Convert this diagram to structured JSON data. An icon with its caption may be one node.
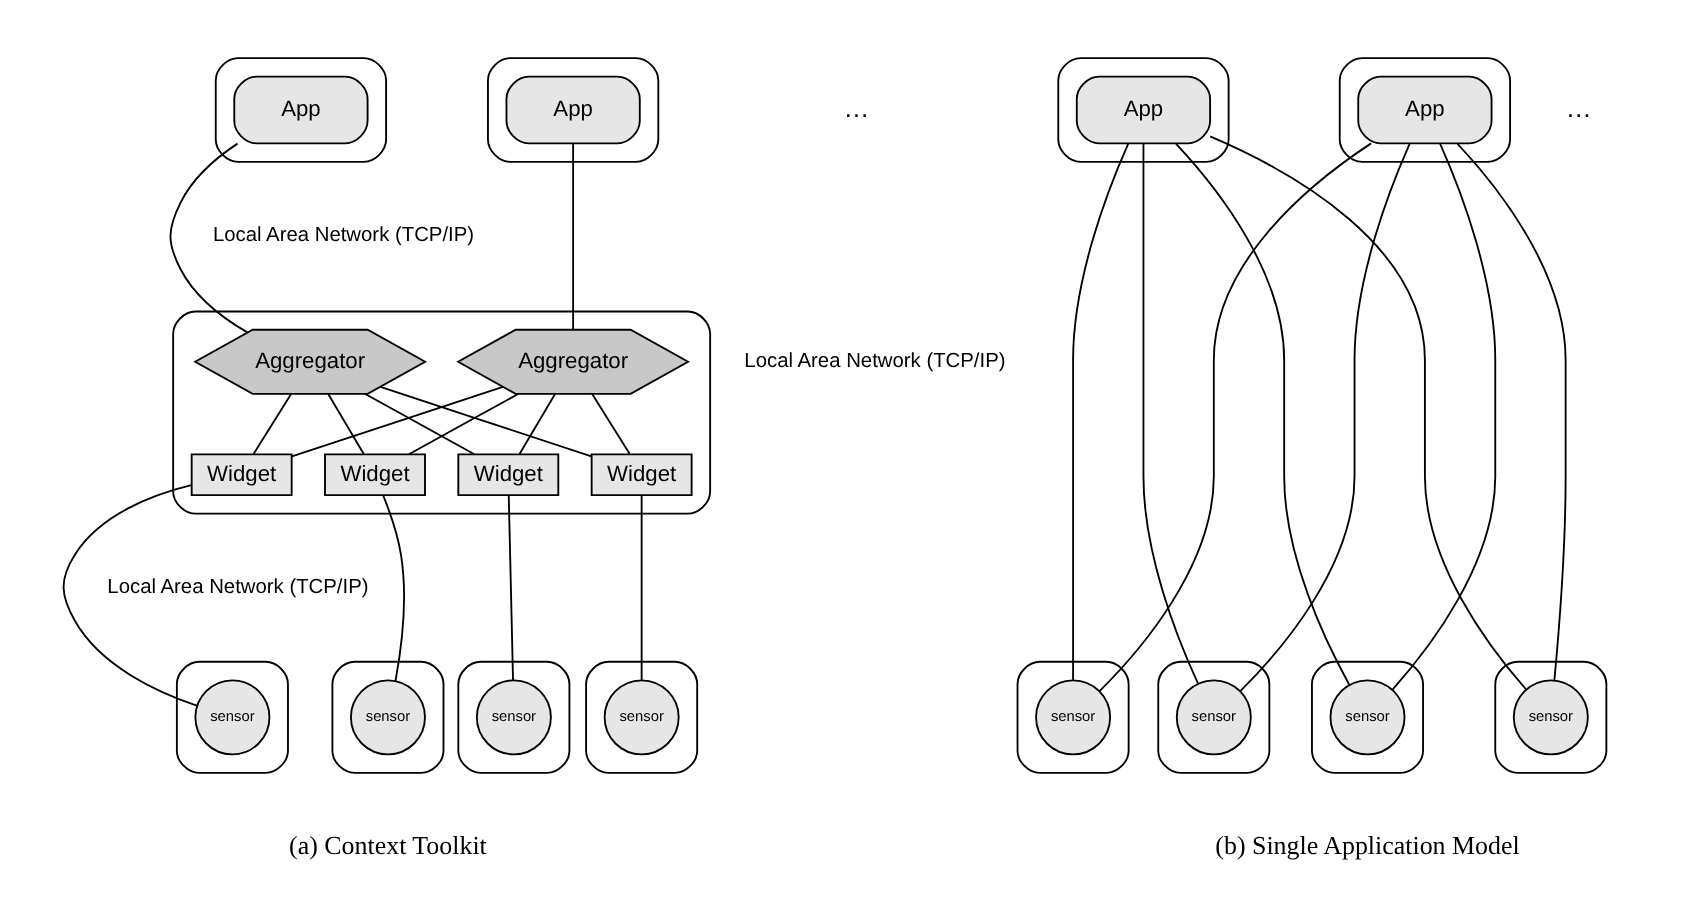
{
  "diagram": {
    "nodes": [
      {
        "text": [],
        "shape": "box"
      },
      {
        "text": [
          "App"
        ],
        "in": 0
      },
      {
        "text": [],
        "shape": "box"
      },
      {
        "text": [
          "App"
        ],
        "in": 2
      },
      {
        "text": [],
        "shape": "box"
      },
      {
        "text": [
          "Aggregator"
        ],
        "in": 4
      },
      {
        "text": [
          "Aggregator"
        ],
        "in": 4
      },
      {
        "text": [
          "Widget"
        ],
        "in": 4
      },
      {
        "text": [
          "Widget"
        ],
        "in": 4
      },
      {
        "text": [
          "Widget"
        ],
        "in": 4
      },
      {
        "text": [
          "Widget"
        ],
        "in": 4
      },
      {
        "text": [],
        "shape": "box"
      },
      {
        "text": [
          "sensor"
        ],
        "in": 11
      },
      {
        "text": [],
        "shape": "box"
      },
      {
        "text": [
          "sensor"
        ],
        "in": 13
      },
      {
        "text": [],
        "shape": "box"
      },
      {
        "text": [
          "sensor"
        ],
        "in": 15
      },
      {
        "text": [],
        "shape": "box"
      },
      {
        "text": [
          "sensor"
        ],
        "in": 17
      },
      {
        "text": [],
        "shape": "box"
      },
      {
        "text": [
          "App"
        ],
        "in": 19
      },
      {
        "text": [],
        "shape": "box"
      },
      {
        "text": [
          "App"
        ],
        "in": 21
      },
      {
        "text": [],
        "shape": "box"
      },
      {
        "text": [
          "sensor"
        ],
        "in": 23
      },
      {
        "text": [],
        "shape": "box"
      },
      {
        "text": [
          "sensor"
        ],
        "in": 25
      },
      {
        "text": [],
        "shape": "box"
      },
      {
        "text": [
          "sensor"
        ],
        "in": 27
      },
      {
        "text": [],
        "shape": "box"
      },
      {
        "text": [
          "sensor"
        ],
        "in": 29
      }
    ],
    "edges": [
      {
        "from": 1,
        "to": 5,
        "arrow": "none"
      },
      {
        "from": 3,
        "to": 6,
        "arrow": "none"
      },
      {
        "from": 5,
        "to": 7,
        "arrow": "none"
      },
      {
        "from": 5,
        "to": 8,
        "arrow": "none"
      },
      {
        "from": 5,
        "to": 9,
        "arrow": "none"
      },
      {
        "from": 5,
        "to": 10,
        "arrow": "none"
      },
      {
        "from": 6,
        "to": 7,
        "arrow": "none"
      },
      {
        "from": 6,
        "to": 8,
        "arrow": "none"
      },
      {
        "from": 6,
        "to": 9,
        "arrow": "none"
      },
      {
        "from": 6,
        "to": 10,
        "arrow": "none"
      },
      {
        "from": 7,
        "to": 12,
        "arrow": "none"
      },
      {
        "from": 8,
        "to": 14,
        "arrow": "none"
      },
      {
        "from": 9,
        "to": 16,
        "arrow": "none"
      },
      {
        "from": 10,
        "to": 18,
        "arrow": "none"
      },
      {
        "from": 20,
        "to": 24,
        "arrow": "none"
      },
      {
        "from": 20,
        "to": 26,
        "arrow": "none"
      },
      {
        "from": 20,
        "to": 28,
        "arrow": "none"
      },
      {
        "from": 20,
        "to": 30,
        "arrow": "none"
      },
      {
        "from": 22,
        "to": 24,
        "arrow": "none"
      },
      {
        "from": 22,
        "to": 26,
        "arrow": "none"
      },
      {
        "from": 22,
        "to": 28,
        "arrow": "none"
      },
      {
        "from": 22,
        "to": 30,
        "arrow": "none"
      }
    ],
    "labels": [
      "…",
      "Local Area Network (TCP/IP)",
      "Local Area Network (TCP/IP)",
      "…",
      "Local Area Network (TCP/IP)",
      "(a) Context Toolkit",
      "(b) Single Application Model"
    ]
  }
}
